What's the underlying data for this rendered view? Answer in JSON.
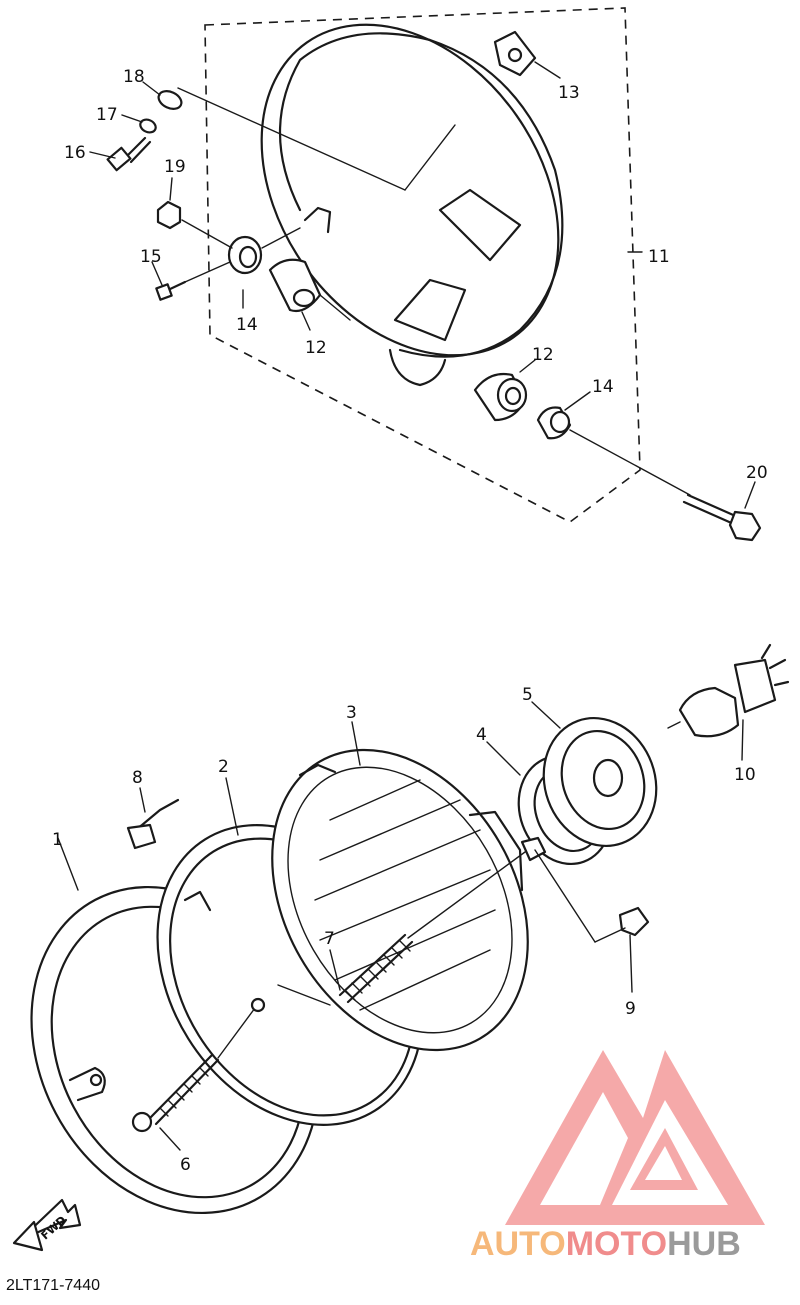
{
  "diagram": {
    "part_code": "2LT171-7440",
    "direction_label": "FWD",
    "callouts": {
      "p1": "1",
      "p2": "2",
      "p3": "3",
      "p4": "4",
      "p5": "5",
      "p6": "6",
      "p7": "7",
      "p8": "8",
      "p9": "9",
      "p10": "10",
      "p11": "11",
      "p12a": "12",
      "p12b": "12",
      "p13": "13",
      "p14a": "14",
      "p14b": "14",
      "p15": "15",
      "p16": "16",
      "p17": "17",
      "p18": "18",
      "p19": "19",
      "p20": "20"
    }
  },
  "watermark": {
    "part1": "AUTO",
    "part2": "MOTO",
    "part3": "HUB",
    "colors": {
      "auto": "#f6b87a",
      "moto": "#f08c8c",
      "hub": "#9a9a9a",
      "logo": "#f4a0a0"
    }
  }
}
